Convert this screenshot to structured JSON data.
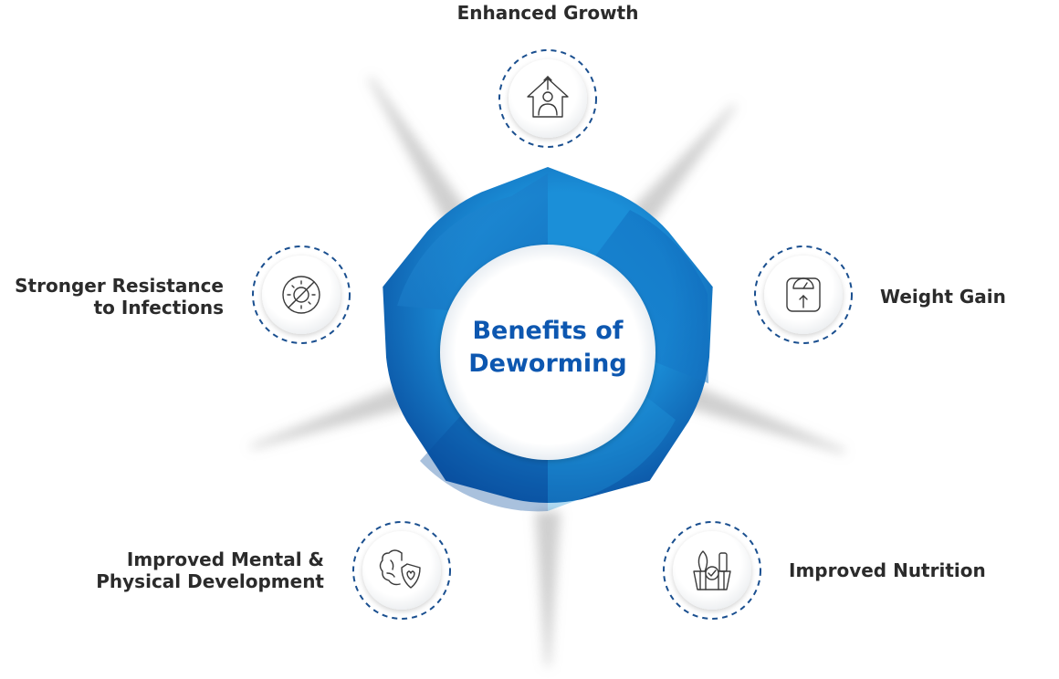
{
  "center": {
    "line1": "Benefits of",
    "line2": "Deworming"
  },
  "benefits": [
    {
      "id": "enhanced-growth",
      "lines": [
        "Enhanced Growth"
      ],
      "icon": "growth-person-icon"
    },
    {
      "id": "weight-gain",
      "lines": [
        "Weight Gain"
      ],
      "icon": "weighing-scale-icon"
    },
    {
      "id": "improved-nutrition",
      "lines": [
        "Improved Nutrition"
      ],
      "icon": "food-basket-icon"
    },
    {
      "id": "mental-physical",
      "lines": [
        "Improved Mental &",
        "Physical Development"
      ],
      "icon": "brain-shield-icon"
    },
    {
      "id": "stronger-resistance",
      "lines": [
        "Stronger Resistance",
        "to Infections"
      ],
      "icon": "no-virus-icon"
    }
  ],
  "colors": {
    "ring_light": "#1a8ad4",
    "ring_dark": "#0b55a8",
    "title": "#0d57b0",
    "dash": "#1a4f8f",
    "label": "#2b2b2b"
  }
}
